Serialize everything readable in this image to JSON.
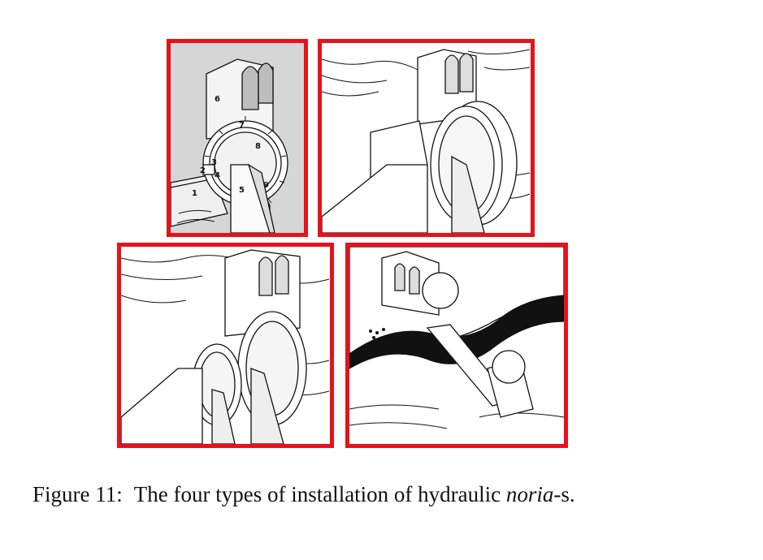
{
  "figure": {
    "caption": {
      "label": "Figure 11:",
      "text_before": "The four types of installation of hydraulic ",
      "emphasis": "noria",
      "text_after": "-s."
    },
    "panel_border_color": "#e8111a",
    "panel1_callouts": [
      "1",
      "2",
      "3",
      "4",
      "5",
      "6",
      "7",
      "8",
      "9"
    ]
  }
}
